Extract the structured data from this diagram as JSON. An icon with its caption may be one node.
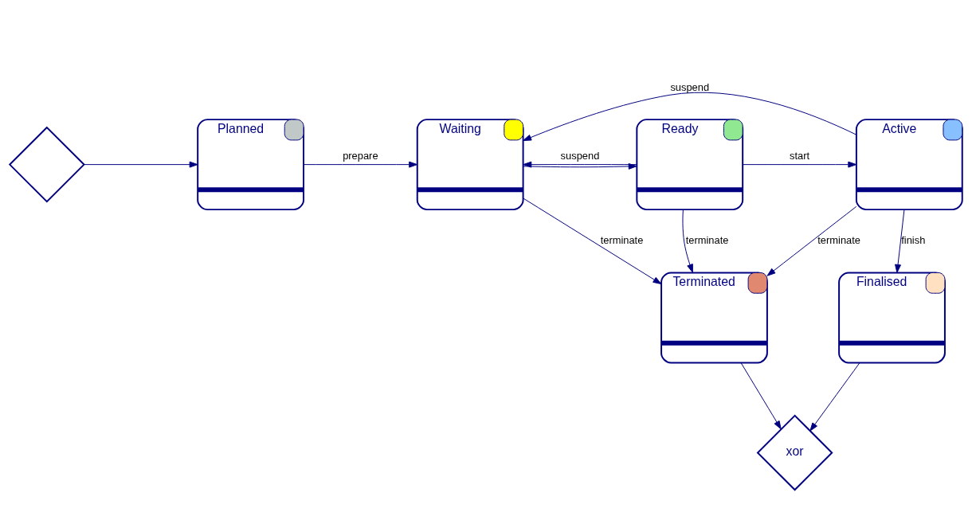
{
  "diagram": {
    "nodes": [
      {
        "text": [],
        "shape": "diamond"
      },
      {
        "text": [
          "Planned"
        ]
      },
      {
        "text": [
          "Waiting"
        ]
      },
      {
        "text": [
          "Ready"
        ]
      },
      {
        "text": [
          "Active"
        ]
      },
      {
        "text": [
          "Terminated"
        ]
      },
      {
        "text": [
          "Finalised"
        ]
      },
      {
        "text": [
          "xor"
        ]
      }
    ],
    "edges": [
      {
        "from": 0,
        "to": 1,
        "arrow": "to"
      },
      {
        "from": 1,
        "to": 2,
        "label": "prepare",
        "arrow": "to"
      },
      {
        "from": 2,
        "to": 3,
        "arrow": "to"
      },
      {
        "from": 3,
        "to": 2,
        "label": "suspend",
        "arrow": "to"
      },
      {
        "from": 3,
        "to": 4,
        "label": "start",
        "arrow": "to"
      },
      {
        "from": 4,
        "to": 2,
        "label": "suspend",
        "arrow": "to"
      },
      {
        "from": 2,
        "to": 5,
        "label": "terminate",
        "arrow": "to"
      },
      {
        "from": 3,
        "to": 5,
        "label": "terminate",
        "arrow": "to"
      },
      {
        "from": 4,
        "to": 5,
        "label": "terminate",
        "arrow": "to"
      },
      {
        "from": 4,
        "to": 6,
        "label": "finish",
        "arrow": "to"
      },
      {
        "from": 5,
        "to": 7,
        "arrow": "to"
      },
      {
        "from": 6,
        "to": 7,
        "arrow": "to"
      }
    ]
  }
}
